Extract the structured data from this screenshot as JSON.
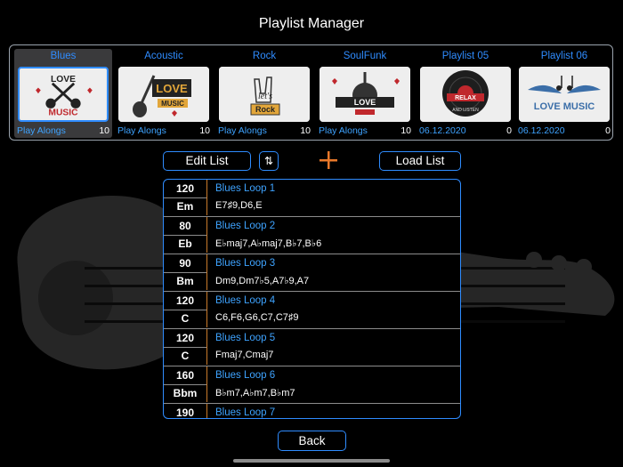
{
  "header": {
    "title": "Playlist Manager"
  },
  "playlists": [
    {
      "name": "Blues",
      "subtitle": "Play Alongs",
      "count": "10",
      "selected": true,
      "art": "love-music-guitars"
    },
    {
      "name": "Acoustic",
      "subtitle": "Play Alongs",
      "count": "10",
      "selected": false,
      "art": "love-music-acoustic"
    },
    {
      "name": "Rock",
      "subtitle": "Play Alongs",
      "count": "10",
      "selected": false,
      "art": "lets-rock-hand"
    },
    {
      "name": "SoulFunk",
      "subtitle": "Play Alongs",
      "count": "10",
      "selected": false,
      "art": "love-banner-guitar"
    },
    {
      "name": "Playlist 05",
      "subtitle": "06.12.2020",
      "count": "0",
      "selected": false,
      "art": "vinyl-relax"
    },
    {
      "name": "Playlist 06",
      "subtitle": "06.12.2020",
      "count": "0",
      "selected": false,
      "art": "love-music-wings"
    }
  ],
  "art_text": {
    "love": "LOVE",
    "music": "MUSIC",
    "lets": "let's",
    "rock": "Rock",
    "relax": "RELAX",
    "and_listen": "AND LISTEN",
    "love_music": "LOVE MUSIC"
  },
  "toolbar": {
    "edit_label": "Edit List",
    "sort_label": "⇅",
    "add_label": "+",
    "load_label": "Load List",
    "back_label": "Back"
  },
  "songs": [
    {
      "bpm": "120",
      "key": "Em",
      "name": "Blues Loop 1",
      "chords": "E7♯9,D6,E"
    },
    {
      "bpm": "80",
      "key": "Eb",
      "name": "Blues Loop 2",
      "chords": "E♭maj7,A♭maj7,B♭7,B♭6"
    },
    {
      "bpm": "90",
      "key": "Bm",
      "name": "Blues Loop 3",
      "chords": "Dm9,Dm7♭5,A7♭9,A7"
    },
    {
      "bpm": "120",
      "key": "C",
      "name": "Blues Loop 4",
      "chords": "C6,F6,G6,C7,C7♯9"
    },
    {
      "bpm": "120",
      "key": "C",
      "name": "Blues Loop 5",
      "chords": "Fmaj7,Cmaj7"
    },
    {
      "bpm": "160",
      "key": "Bbm",
      "name": "Blues Loop 6",
      "chords": "B♭m7,A♭m7,B♭m7"
    },
    {
      "bpm": "190",
      "key": "",
      "name": "Blues Loop 7",
      "chords": ""
    }
  ],
  "colors": {
    "accent": "#2f8cff",
    "add_orange": "#e8782a",
    "background": "#000000"
  }
}
